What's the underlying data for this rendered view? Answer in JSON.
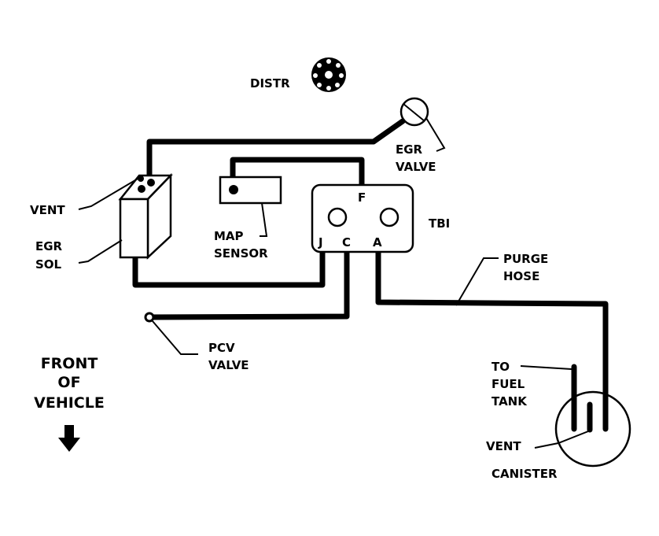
{
  "labels": {
    "distr": "DISTR",
    "egr_valve": [
      "EGR",
      "VALVE"
    ],
    "vent_left": "VENT",
    "egr_sol": [
      "EGR",
      "SOL"
    ],
    "map_sensor": [
      "MAP",
      "SENSOR"
    ],
    "tbi": "TBI",
    "ports": {
      "f": "F",
      "j": "J",
      "c": "C",
      "a": "A"
    },
    "pcv_valve": [
      "PCV",
      "VALVE"
    ],
    "purge_hose": [
      "PURGE",
      "HOSE"
    ],
    "to_fuel_tank": [
      "TO",
      "FUEL",
      "TANK"
    ],
    "vent_canister": "VENT",
    "canister": "CANISTER",
    "front_of_vehicle": [
      "FRONT",
      "OF",
      "VEHICLE"
    ]
  },
  "icons": {
    "direction_arrow": "arrow-down-icon"
  },
  "colors": {
    "line": "#000000",
    "background": "#ffffff"
  }
}
